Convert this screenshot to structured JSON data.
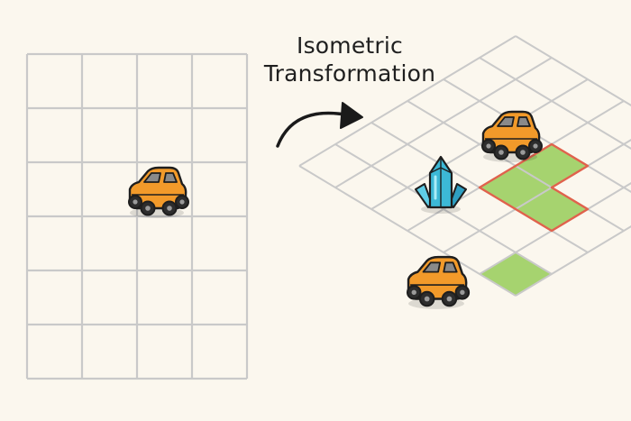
{
  "title": {
    "line1": "Isometric",
    "line2": "Transformation"
  },
  "grid_2d": {
    "columns": 4,
    "rows": 6
  },
  "grid_iso": {
    "columns": 6,
    "rows": 6
  },
  "colors": {
    "background": "#fbf7ee",
    "grid_line": "#c9c9c9",
    "highlight_fill": "#a6d36f",
    "highlight_border": "#e0624c",
    "car_body": "#f29a2a",
    "car_window": "#8a8a8a",
    "wheel": "#2d2d2d",
    "crystal": "#3cb8d6",
    "arrow": "#1a1a1a"
  },
  "icons": {
    "car": "car-icon",
    "crystal": "crystal-icon",
    "arrow": "curved-arrow-icon"
  }
}
